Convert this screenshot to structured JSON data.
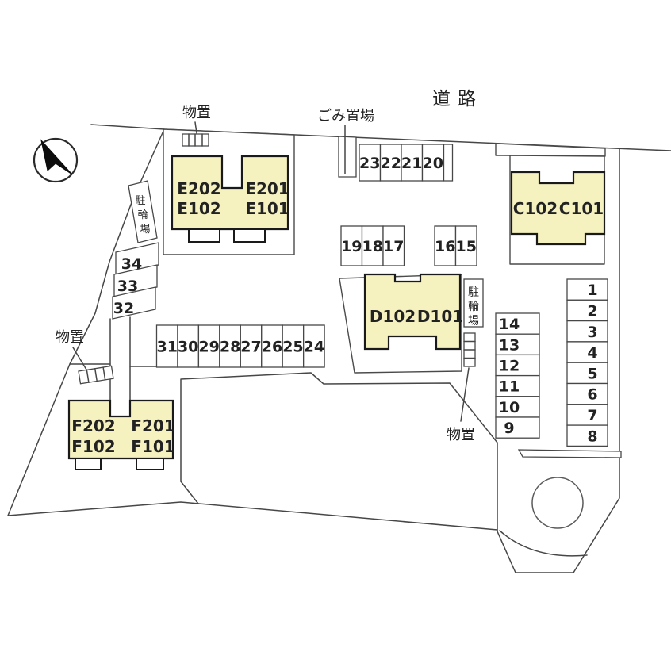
{
  "plan": {
    "road_label": "道路",
    "labels": {
      "storage_top": "物置",
      "garbage": "ごみ置場",
      "storage_left": "物置",
      "storage_right": "物置",
      "bicycle_left": "駐輪場",
      "bicycle_right": "駐輪場"
    },
    "buildings": {
      "e": {
        "unit_tl": "E202",
        "unit_bl": "E102",
        "unit_tr": "E201",
        "unit_br": "E101"
      },
      "c": {
        "unit_l": "C102",
        "unit_r": "C101"
      },
      "d": {
        "unit_l": "D102",
        "unit_r": "D101"
      },
      "f": {
        "unit_tl": "F202",
        "unit_bl": "F102",
        "unit_tr": "F201",
        "unit_br": "F101"
      }
    },
    "parking": {
      "row_north": [
        "23",
        "22",
        "21",
        "20"
      ],
      "row_mid_a": [
        "19",
        "18",
        "17"
      ],
      "row_mid_b": [
        "16",
        "15"
      ],
      "row_center": [
        "31",
        "30",
        "29",
        "28",
        "27",
        "26",
        "25",
        "24"
      ],
      "col_west_slant": [
        "34",
        "33",
        "32"
      ],
      "col_east_inner": [
        "14",
        "13",
        "12",
        "11",
        "10",
        "9"
      ],
      "col_east_outer": [
        "1",
        "2",
        "3",
        "4",
        "5",
        "6",
        "7",
        "8"
      ]
    },
    "colors": {
      "building_fill": "#f6f2c0",
      "line": "#474747",
      "building_stroke": "#1a1a1a"
    }
  }
}
